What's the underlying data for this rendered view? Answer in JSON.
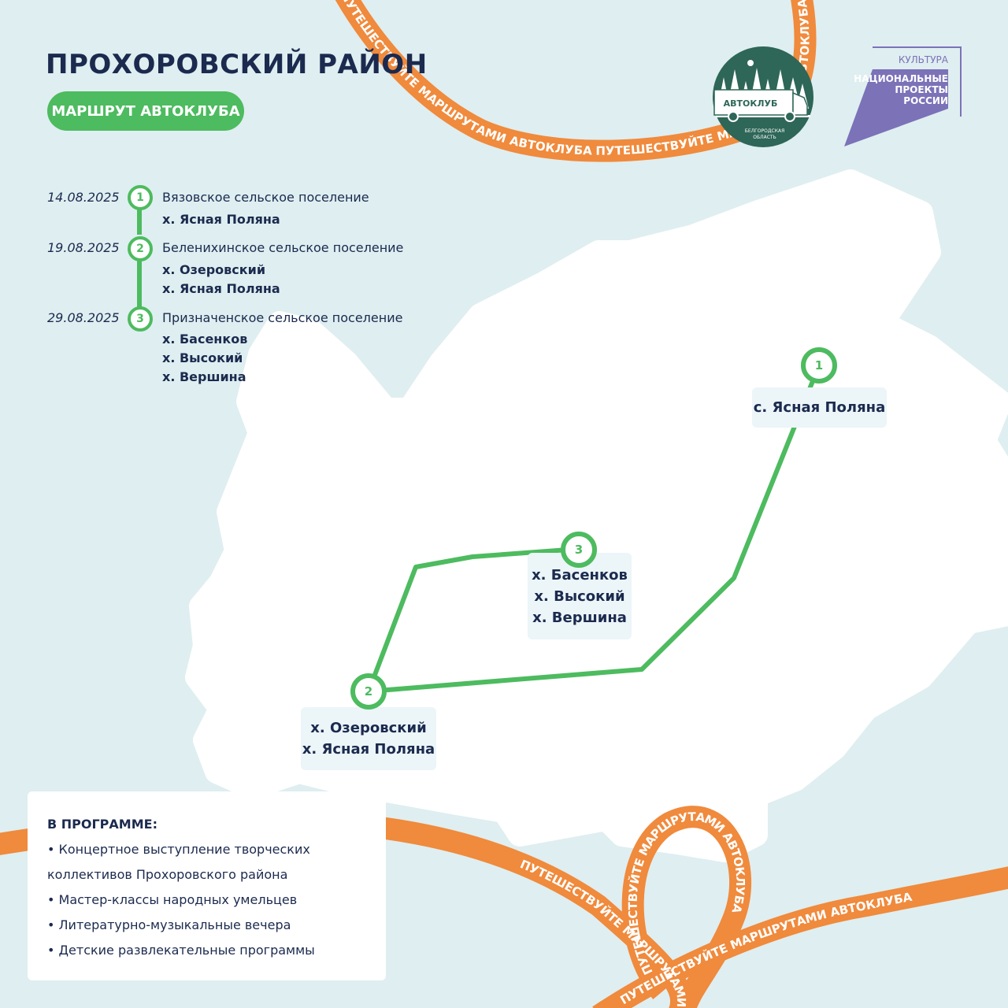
{
  "header": {
    "title": "ПРОХОРОВСКИЙ РАЙОН",
    "route_button": "МАРШРУТ АВТОКЛУБА"
  },
  "logos": {
    "avtoklub": {
      "name": "АВТОКЛУБ",
      "region_line1": "БЕЛГОРОДСКАЯ",
      "region_line2": "ОБЛАСТЬ"
    },
    "national_projects": {
      "top": "КУЛЬТУРА",
      "line1": "НАЦИОНАЛЬНЫЕ",
      "line2": "ПРОЕКТЫ",
      "line3": "РОССИИ"
    }
  },
  "ribbon_text": "ПУТЕШЕСТВУЙТЕ МАРШРУТАМИ АВТОКЛУБА",
  "schedule": [
    {
      "number": "1",
      "date": "14.08.2025",
      "settlement": "Вязовское сельское поселение",
      "villages": [
        "х. Ясная Поляна"
      ]
    },
    {
      "number": "2",
      "date": "19.08.2025",
      "settlement": "Беленихинское сельское поселение",
      "villages": [
        "х. Озеровский",
        "х. Ясная Поляна"
      ]
    },
    {
      "number": "3",
      "date": "29.08.2025",
      "settlement": "Призначенское сельское поселение",
      "villages": [
        "х. Басенков",
        "х. Высокий",
        "х. Вершина"
      ]
    }
  ],
  "map": {
    "stops": [
      {
        "number": "1",
        "labels": [
          "с. Ясная Поляна"
        ]
      },
      {
        "number": "2",
        "labels": [
          "х. Озеровский",
          "х. Ясная Поляна"
        ]
      },
      {
        "number": "3",
        "labels": [
          "х. Басенков",
          "х. Высокий",
          "х. Вершина"
        ]
      }
    ]
  },
  "program": {
    "title": "В ПРОГРАММЕ:",
    "items": [
      "• Концертное выступление творческих",
      "коллективов Прохоровского района",
      "• Мастер-классы народных умельцев",
      "• Литературно-музыкальные вечера",
      "• Детские развлекательные программы"
    ]
  },
  "colors": {
    "background": "#dfeef0",
    "accent_green": "#4dbb5f",
    "ribbon_orange": "#f08a3c",
    "text_navy": "#1b2a4e",
    "logo_teal": "#2e6657",
    "logo_purple": "#7b72b8"
  }
}
